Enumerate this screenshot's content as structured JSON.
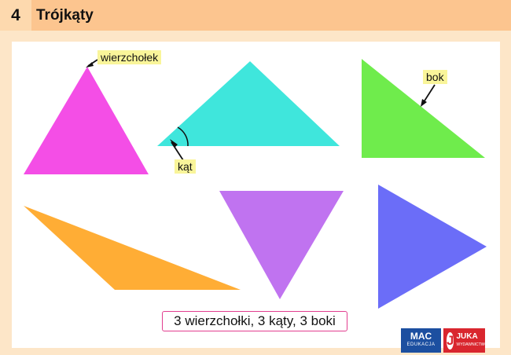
{
  "header": {
    "number": "4",
    "title": "Trójkąty"
  },
  "labels": {
    "vertex": "wierzchołek",
    "angle": "kąt",
    "side": "bok"
  },
  "caption": "3 wierzchołki, 3 kąty, 3 boki",
  "logos": {
    "mac_name": "MAC",
    "mac_sub": "EDUKACJA",
    "juka_letter": "J",
    "juka_name": "JUKA",
    "juka_sub": "WYDAWNICTWO"
  },
  "colors": {
    "header_bg": "#fcc58f",
    "triangle_magenta": "#f44ee6",
    "triangle_cyan": "#3fe6dc",
    "triangle_green": "#6fec4c",
    "triangle_orange": "#ffad35",
    "triangle_violet": "#c073f0",
    "triangle_blue": "#6b6df8",
    "label_bg": "#f9f59a",
    "caption_border": "#e23e8f"
  }
}
